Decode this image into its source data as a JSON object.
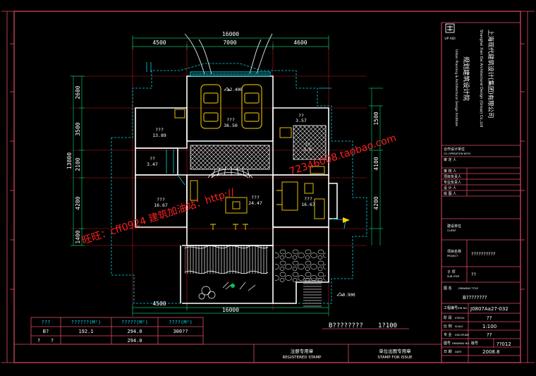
{
  "dims": {
    "top_total": "16000",
    "top_segs": [
      "4500",
      "7000",
      "4600"
    ],
    "bottom_total": "16000",
    "bottom_left": "4500",
    "left_total": "13800",
    "left_segs": [
      "2600",
      "3500",
      "2100",
      "4200",
      "1400"
    ],
    "right_segs": [
      "1500",
      "4100",
      "4200"
    ],
    "level_top": "±2.400",
    "level_bottom": "-0.900"
  },
  "rooms": [
    {
      "name": "???",
      "area": "36.50"
    },
    {
      "name": "???",
      "area": "13.89"
    },
    {
      "name": "??",
      "area": "3.57"
    },
    {
      "name": "??",
      "area": "3.47"
    },
    {
      "name": "???",
      "area": "16.67"
    },
    {
      "name": "???",
      "area": "24.47"
    },
    {
      "name": "???",
      "area": "16.67"
    },
    {
      "name": "??",
      "area": "3.0"
    }
  ],
  "area_table": {
    "headers": [
      "???",
      "??????(M²)",
      "?????(M²)",
      "????(M²)"
    ],
    "rows": [
      [
        "B?",
        "192.1",
        "294.0",
        "300??"
      ],
      [
        "?",
        "?",
        "294.0",
        ""
      ]
    ]
  },
  "drawing_title": "B????????",
  "drawing_scale": "1?100",
  "stamps": {
    "left_cn": "注册专用章",
    "left_en": "REGISTERED STAMP",
    "right_cn": "单位出图专用章",
    "right_en": "STAMP FOR ISSUE"
  },
  "title_block": {
    "company_cn": "上海现代建筑设计(集团)有限公司",
    "company_en": "Shanghai Xian Dai Architectural Design (Group) Co.,Ltd",
    "institute_cn": "规划建筑设计院",
    "institute_en": "Urban Planning & Architectural Design Institute",
    "logo_text": "UP ADI",
    "cooperation_cn": "合作设计单位",
    "cooperation_en": "CO-OPERATION WITH",
    "roles": [
      "审 定 人",
      "审 核 人",
      "项目负责人",
      "专业负责人",
      "设 计 人",
      "绘 图 人"
    ],
    "client_label": "建设单位",
    "client_en": "CLIENT",
    "project_label": "项目名称",
    "project_en": "PROJECT",
    "project_value": "??????????",
    "subitem_label": "子 项",
    "subitem_en": "SUB-ITEM",
    "subitem_value": "??",
    "drawing_name_label": "图 名",
    "drawing_name_en": "DRAWING TITLE",
    "drawing_name_value": "B????????",
    "project_no_label": "工程编号",
    "project_no_en": "JOB NO.",
    "project_no_value": "J0807Aa27-032",
    "stage_label": "阶 段",
    "stage_en": "STATUS",
    "stage_value": "??",
    "scale_label": "比 例",
    "scale_en": "SCALE",
    "scale_value": "1:100",
    "discipline_label": "专 业",
    "discipline_en": "DISCIPLINE",
    "discipline_value": "??",
    "sheet_label": "图号",
    "sheet_en": "DRAWING NO.",
    "version_label": "版号",
    "sheet_value": "??012",
    "date_label": "日 期",
    "date_en": "DATE",
    "date_value": "2008.8"
  },
  "watermarks": {
    "w1": "旺旺：cff0924 建筑加油站：http://",
    "w2": "72346008.taobao.com"
  },
  "colors": {
    "frame": "#e34b63",
    "wall": "#ffffff",
    "dim": "#00c060",
    "furniture": "#ffd200",
    "cyan": "#00d8e8",
    "watermark": "#ff2020",
    "grid": "#c01818"
  }
}
